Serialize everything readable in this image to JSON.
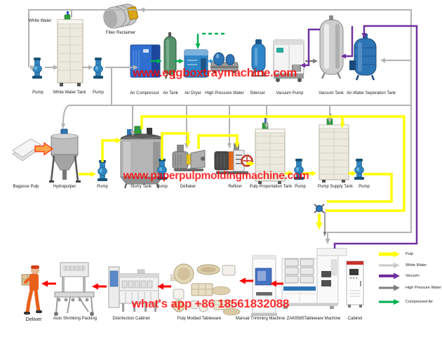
{
  "diagram": {
    "watermarks": {
      "site_top": "www.eggboxtraymachine.com",
      "site_middle": "www.paperpulpmoldingmachine.com",
      "whatsapp": "what's app +86 18561832088"
    },
    "annotations": {
      "white_water": "White Water",
      "fiber_reclaimer": "Fiber Reclaimer"
    },
    "top_row_labels": [
      "Pump",
      "White Water Tank",
      "Pump",
      "Air Compressor",
      "Air Tank",
      "Air Dryer",
      "High Pressure Water",
      "Silencer",
      "Vacuum Pump",
      "Vacuum Tank",
      "Air-Water Seperation Tank"
    ],
    "middle_row_labels": [
      "Bagasse Pulp",
      "Hydrapulper",
      "Pump",
      "Slurry Tank",
      "Pump",
      "Deflaker",
      "Refiner",
      "Pulp Proportation Tank",
      "Pump",
      "Pump Supply Tank",
      "Pump"
    ],
    "bottom_row_labels": [
      "Deliver",
      "Auto Shrinking Packing",
      "Disinfection Cabinet",
      "Pulp Molded Tableware",
      "Manual Trimming Machine",
      "ZAK8585Tableware Machine",
      "Cabinet"
    ],
    "legend": {
      "items": [
        {
          "label": "Pulp",
          "color": "#ffff00"
        },
        {
          "label": "White Water",
          "color": "#c9c9c9"
        },
        {
          "label": "Vacuum",
          "color": "#7030a0"
        },
        {
          "label": "High Pressure Water",
          "color": "#7f7f7f"
        },
        {
          "label": "Compressed Air",
          "color": "#00b050"
        }
      ]
    },
    "flow_colors": {
      "pulp": "#ffff00",
      "white_water": "#b3b3b3",
      "vacuum": "#7030a0",
      "high_pressure_water": "#7f7f7f",
      "compressed_air": "#00b050",
      "product_flow": "#ff0000"
    }
  }
}
